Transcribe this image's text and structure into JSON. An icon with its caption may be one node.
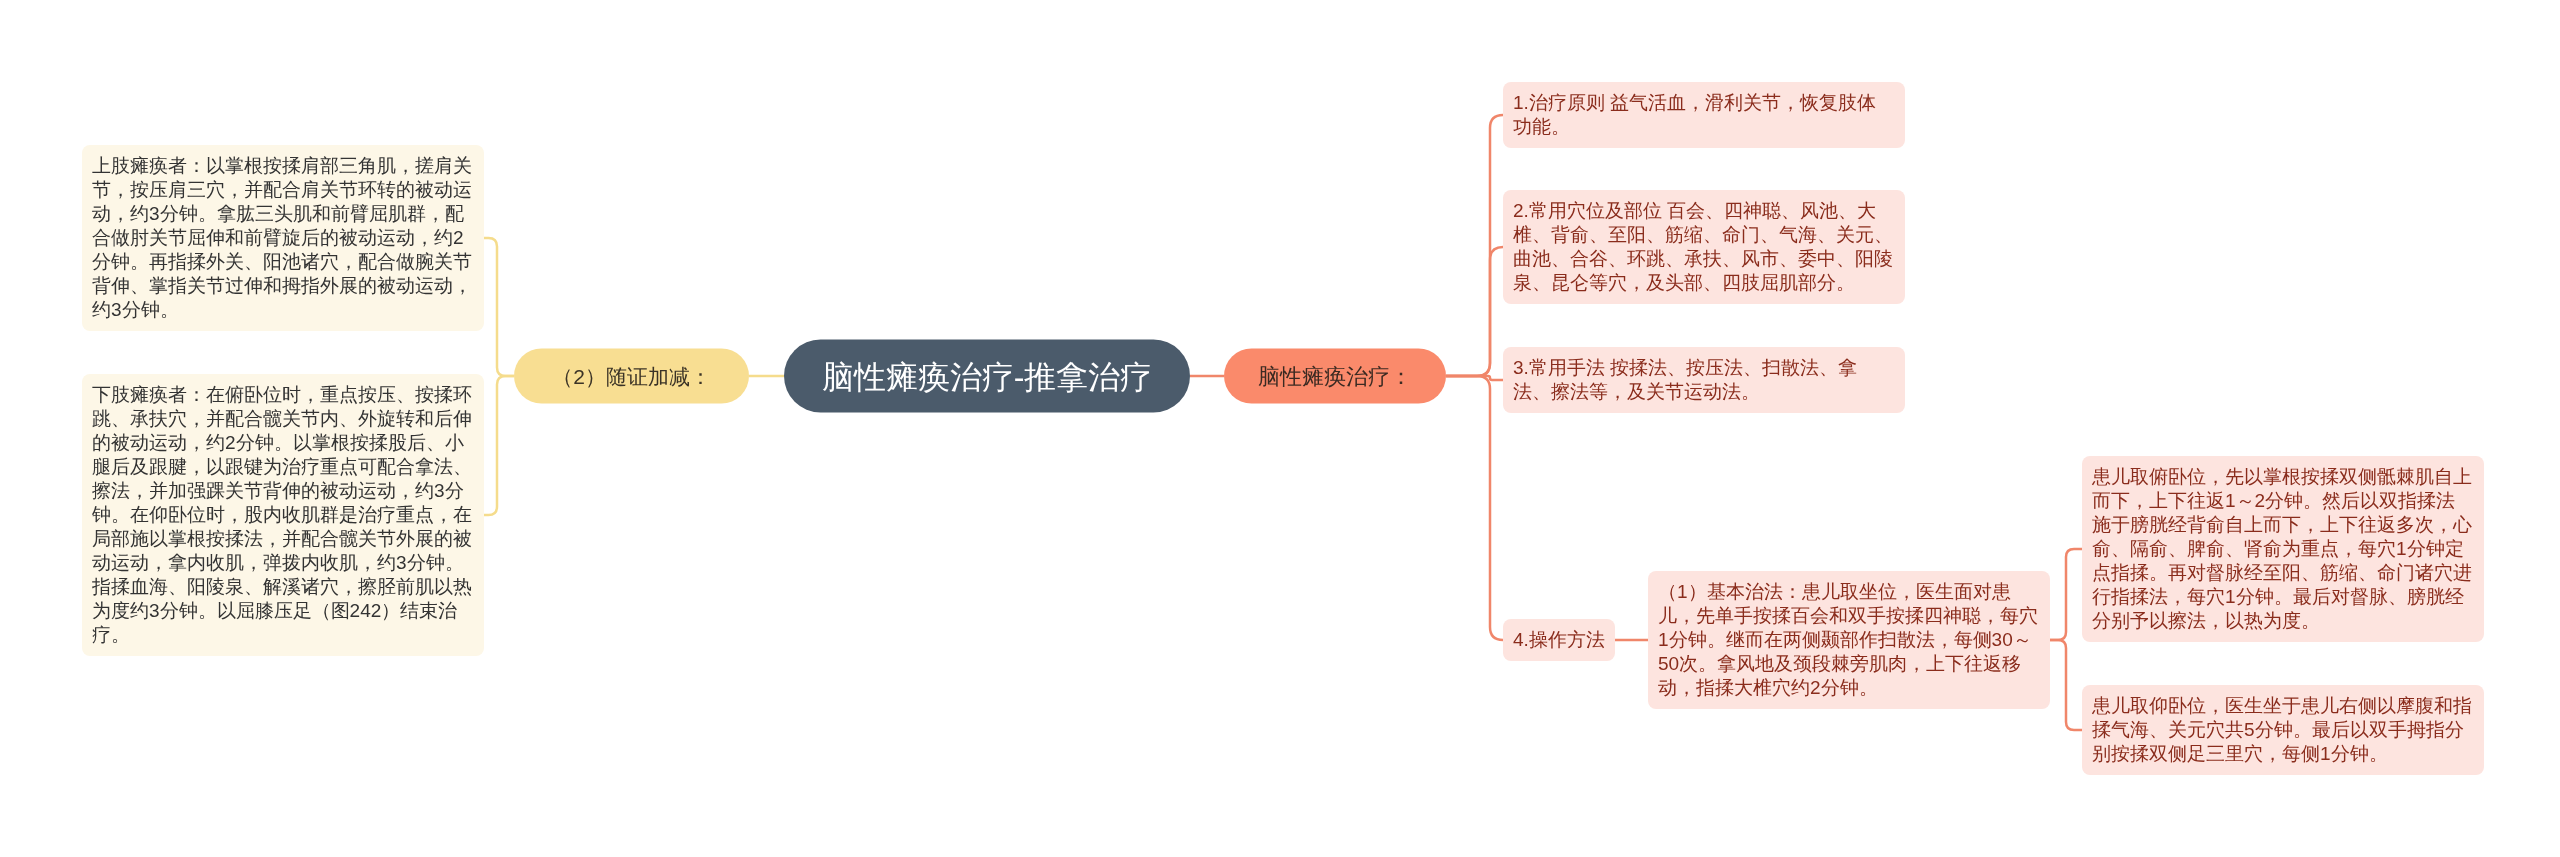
{
  "diagram": {
    "nodes": [
      {
        "text": [
          "脑性瘫痪治疗-推拿治疗"
        ]
      },
      {
        "text": [
          "脑性瘫痪治疗："
        ]
      },
      {
        "text": [
          "1.治疗原则 益气活血，滑利关节，恢复肢体功能。"
        ]
      },
      {
        "text": [
          "2.常用穴位及部位 百会、四神聪、风池、大椎、背俞、至阳、筋缩、命门、气海、关元、曲池、合谷、环跳、承扶、风市、委中、阳陵泉、昆仑等穴，及头部、四肢屈肌部分。"
        ]
      },
      {
        "text": [
          "3.常用手法 按揉法、按压法、扫散法、拿法、擦法等，及关节运动法。"
        ]
      },
      {
        "text": [
          "4.操作方法"
        ]
      },
      {
        "text": [
          "（1）基本治法：患儿取坐位，医生面对患儿，先单手按揉百会和双手按揉四神聪，每穴1分钟。继而在两侧颞部作扫散法，每侧30～50次。拿风地及颈段棘旁肌肉，上下往返移动，指揉大椎穴约2分钟。"
        ]
      },
      {
        "text": [
          "患儿取俯卧位，先以掌根按揉双侧骶棘肌自上而下，上下往返1～2分钟。然后以双指揉法施于膀胱经背俞自上而下，上下往返多次，心俞、隔俞、脾俞、肾俞为重点，每穴1分钟定点指揉。再对督脉经至阳、筋缩、命门诸穴进行指揉法，每穴1分钟。最后对督脉、膀胱经分别予以擦法，以热为度。"
        ]
      },
      {
        "text": [
          "患儿取仰卧位，医生坐于患儿右侧以摩腹和指揉气海、关元穴共5分钟。最后以双手拇指分别按揉双侧足三里穴，每侧1分钟。"
        ]
      },
      {
        "text": [
          "（2）随证加减："
        ]
      },
      {
        "text": [
          "上肢瘫痪者：以掌根按揉肩部三角肌，搓肩关节，按压肩三穴，并配合肩关节环转的被动运动，约3分钟。拿肱三头肌和前臂屈肌群，配合做肘关节屈伸和前臂旋后的被动运动，约2分钟。再指揉外关、阳池诸穴，配合做腕关节背伸、掌指关节过伸和拇指外展的被动运动，约3分钟。"
        ]
      },
      {
        "text": [
          "下肢瘫痪者：在俯卧位时，重点按压、按揉环跳、承扶穴，并配合髋关节内、外旋转和后伸的被动运动，约2分钟。以掌根按揉股后、小腿后及跟腱，以跟键为治疗重点可配合拿法、擦法，并加强踝关节背伸的被动运动，约3分钟。在仰卧位时，股内收肌群是治疗重点，在局部施以掌根按揉法，并配合髋关节外展的被动运动，拿内收肌，弹拨内收肌，约3分钟。指揉血海、阳陵泉、解溪诸穴，擦胫前肌以热为度约3分钟。以屈膝压足（图242）结束治疗。"
        ]
      }
    ],
    "edges": [
      {
        "from": 0,
        "to": 1,
        "arrow": "none"
      },
      {
        "from": 1,
        "to": 2,
        "arrow": "none"
      },
      {
        "from": 1,
        "to": 3,
        "arrow": "none"
      },
      {
        "from": 1,
        "to": 4,
        "arrow": "none"
      },
      {
        "from": 1,
        "to": 5,
        "arrow": "none"
      },
      {
        "from": 5,
        "to": 6,
        "arrow": "none"
      },
      {
        "from": 6,
        "to": 7,
        "arrow": "none"
      },
      {
        "from": 6,
        "to": 8,
        "arrow": "none"
      },
      {
        "from": 0,
        "to": 9,
        "arrow": "none",
        "color": "#f5dc8c"
      },
      {
        "from": 9,
        "to": 10,
        "arrow": "none",
        "color": "#f5dc8c"
      },
      {
        "from": 9,
        "to": 11,
        "arrow": "none",
        "color": "#f5dc8c"
      }
    ]
  }
}
